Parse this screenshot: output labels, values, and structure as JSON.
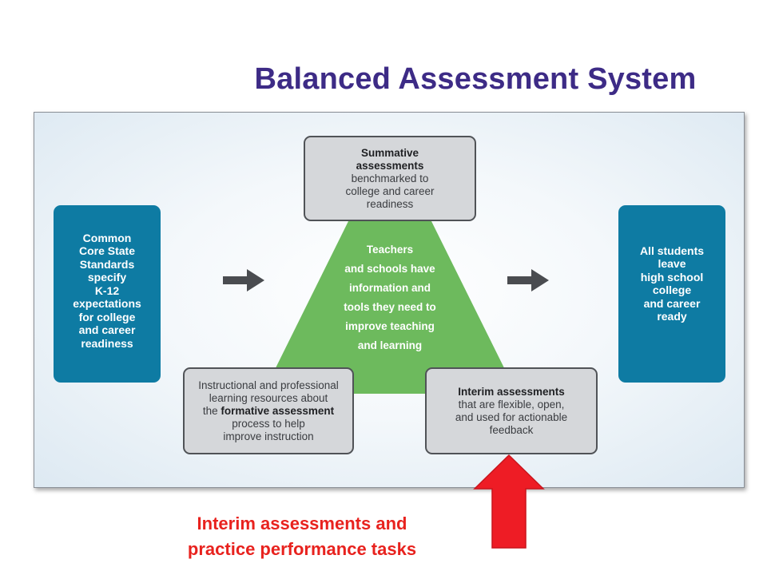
{
  "title": "Balanced Assessment System",
  "left_box": "Common\nCore State\nStandards\nspecify\nK-12\nexpectations\nfor college\nand career\nreadiness",
  "right_box": "All students\nleave\nhigh school\ncollege\nand career\nready",
  "summative": {
    "bold": "Summative\nassessments",
    "text": "benchmarked to\ncollege and career\nreadiness"
  },
  "center": "Teachers\nand schools have\ninformation and\ntools they need to\nimprove teaching\nand learning",
  "instructional": {
    "line1": "Instructional and professional",
    "line2": "learning resources about",
    "line3_prefix": "the ",
    "line3_bold": "formative assessment",
    "line4": "process to help",
    "line5": "improve instruction"
  },
  "interim": {
    "bold": "Interim assessments",
    "text": "that are flexible, open,\nand used for actionable\nfeedback"
  },
  "caption": "Interim assessments and\npractice performance tasks",
  "colors": {
    "title": "#3d2b86",
    "blue_box": "#0e7ba3",
    "triangle": "#6dba5d",
    "gray_box": "#d5d7da",
    "caption": "#e8221e",
    "red_arrow": "#ee1c25"
  },
  "icons": [
    "right-arrow-icon",
    "up-arrow-icon"
  ]
}
